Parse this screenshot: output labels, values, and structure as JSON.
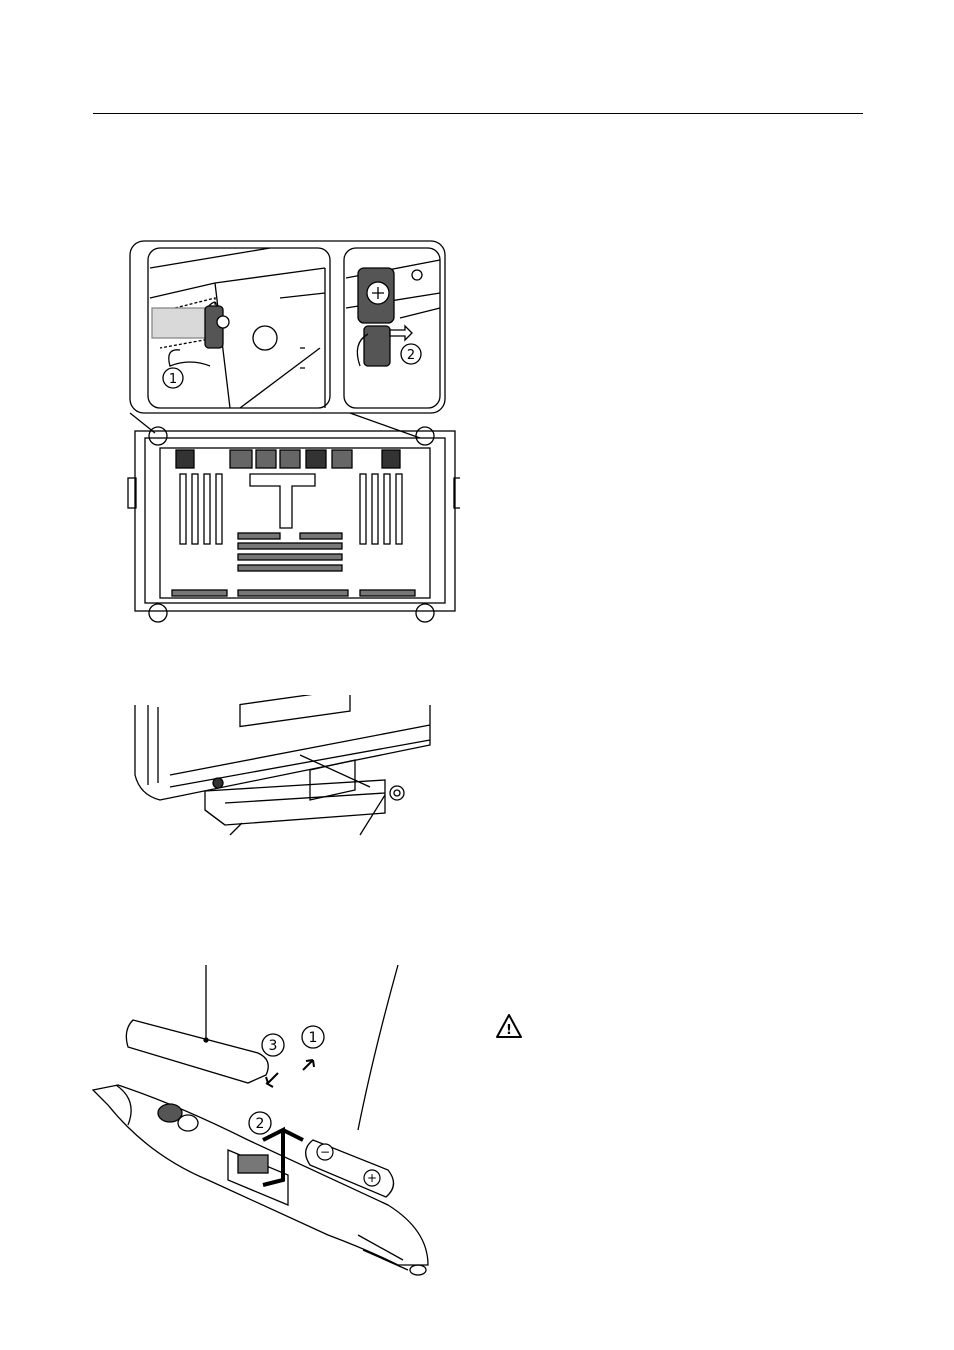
{
  "figure1": {
    "callouts": [
      "1",
      "2"
    ]
  },
  "figure3": {
    "callouts": [
      "3",
      "1",
      "2"
    ],
    "battery_minus": "−",
    "battery_plus": "+"
  },
  "warning_icon_symbol": "!"
}
